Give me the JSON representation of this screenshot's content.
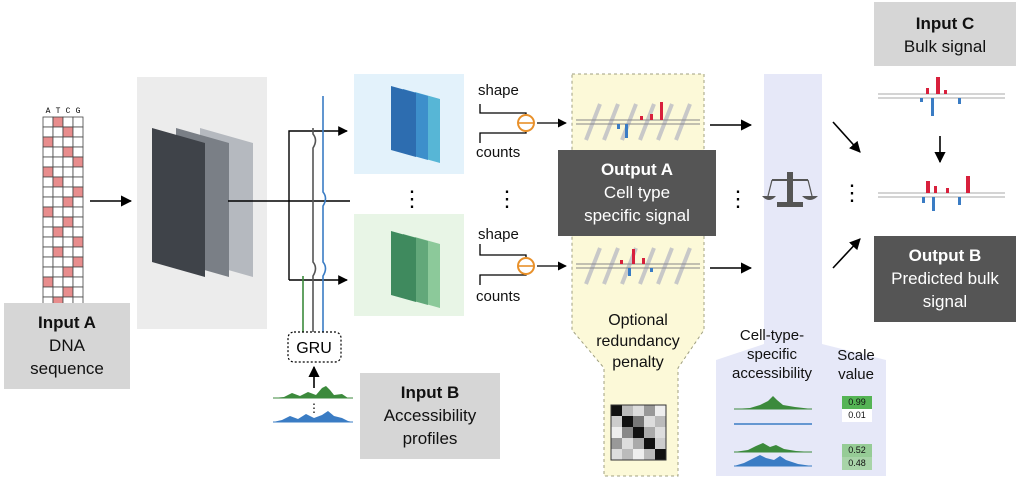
{
  "dna": {
    "letters": [
      "A",
      "T",
      "C",
      "G"
    ]
  },
  "input_a": {
    "title": "Input A",
    "line1": "DNA",
    "line2": "sequence"
  },
  "input_b": {
    "title": "Input B",
    "line1": "Accessibility",
    "line2": "profiles"
  },
  "input_c": {
    "title": "Input C",
    "line1": "Bulk signal"
  },
  "output_a": {
    "title": "Output A",
    "line1": "Cell type",
    "line2": "specific signal"
  },
  "output_b": {
    "title": "Output B",
    "line1": "Predicted bulk",
    "line2": "signal"
  },
  "gru": {
    "label": "GRU"
  },
  "heads": {
    "top": {
      "shape": "shape",
      "counts": "counts"
    },
    "bottom": {
      "shape": "shape",
      "counts": "counts"
    }
  },
  "penalty": {
    "line1": "Optional",
    "line2": "redundancy",
    "line3": "penalty"
  },
  "accessibility": {
    "line1": "Cell-type-",
    "line2": "specific",
    "line3": "accessibility"
  },
  "scale": {
    "line1": "Scale",
    "line2": "value",
    "values": [
      "0.99",
      "0.01",
      "0.52",
      "0.48"
    ]
  },
  "colors": {
    "green": "#3c8a3c",
    "blue": "#3a7cc4",
    "red": "#d8203c",
    "orange": "#e8902a",
    "dna_cell": "#e88d8d",
    "encoder_panel": "#ececec",
    "top_head_panel": "#e3f2fb",
    "bottom_head_panel": "#e8f5e6",
    "penalty_panel": "#fcf9d8",
    "mixing_panel": "#e6e8f8",
    "scale_high": "#55b455",
    "scale_mid": "#96cc96"
  }
}
